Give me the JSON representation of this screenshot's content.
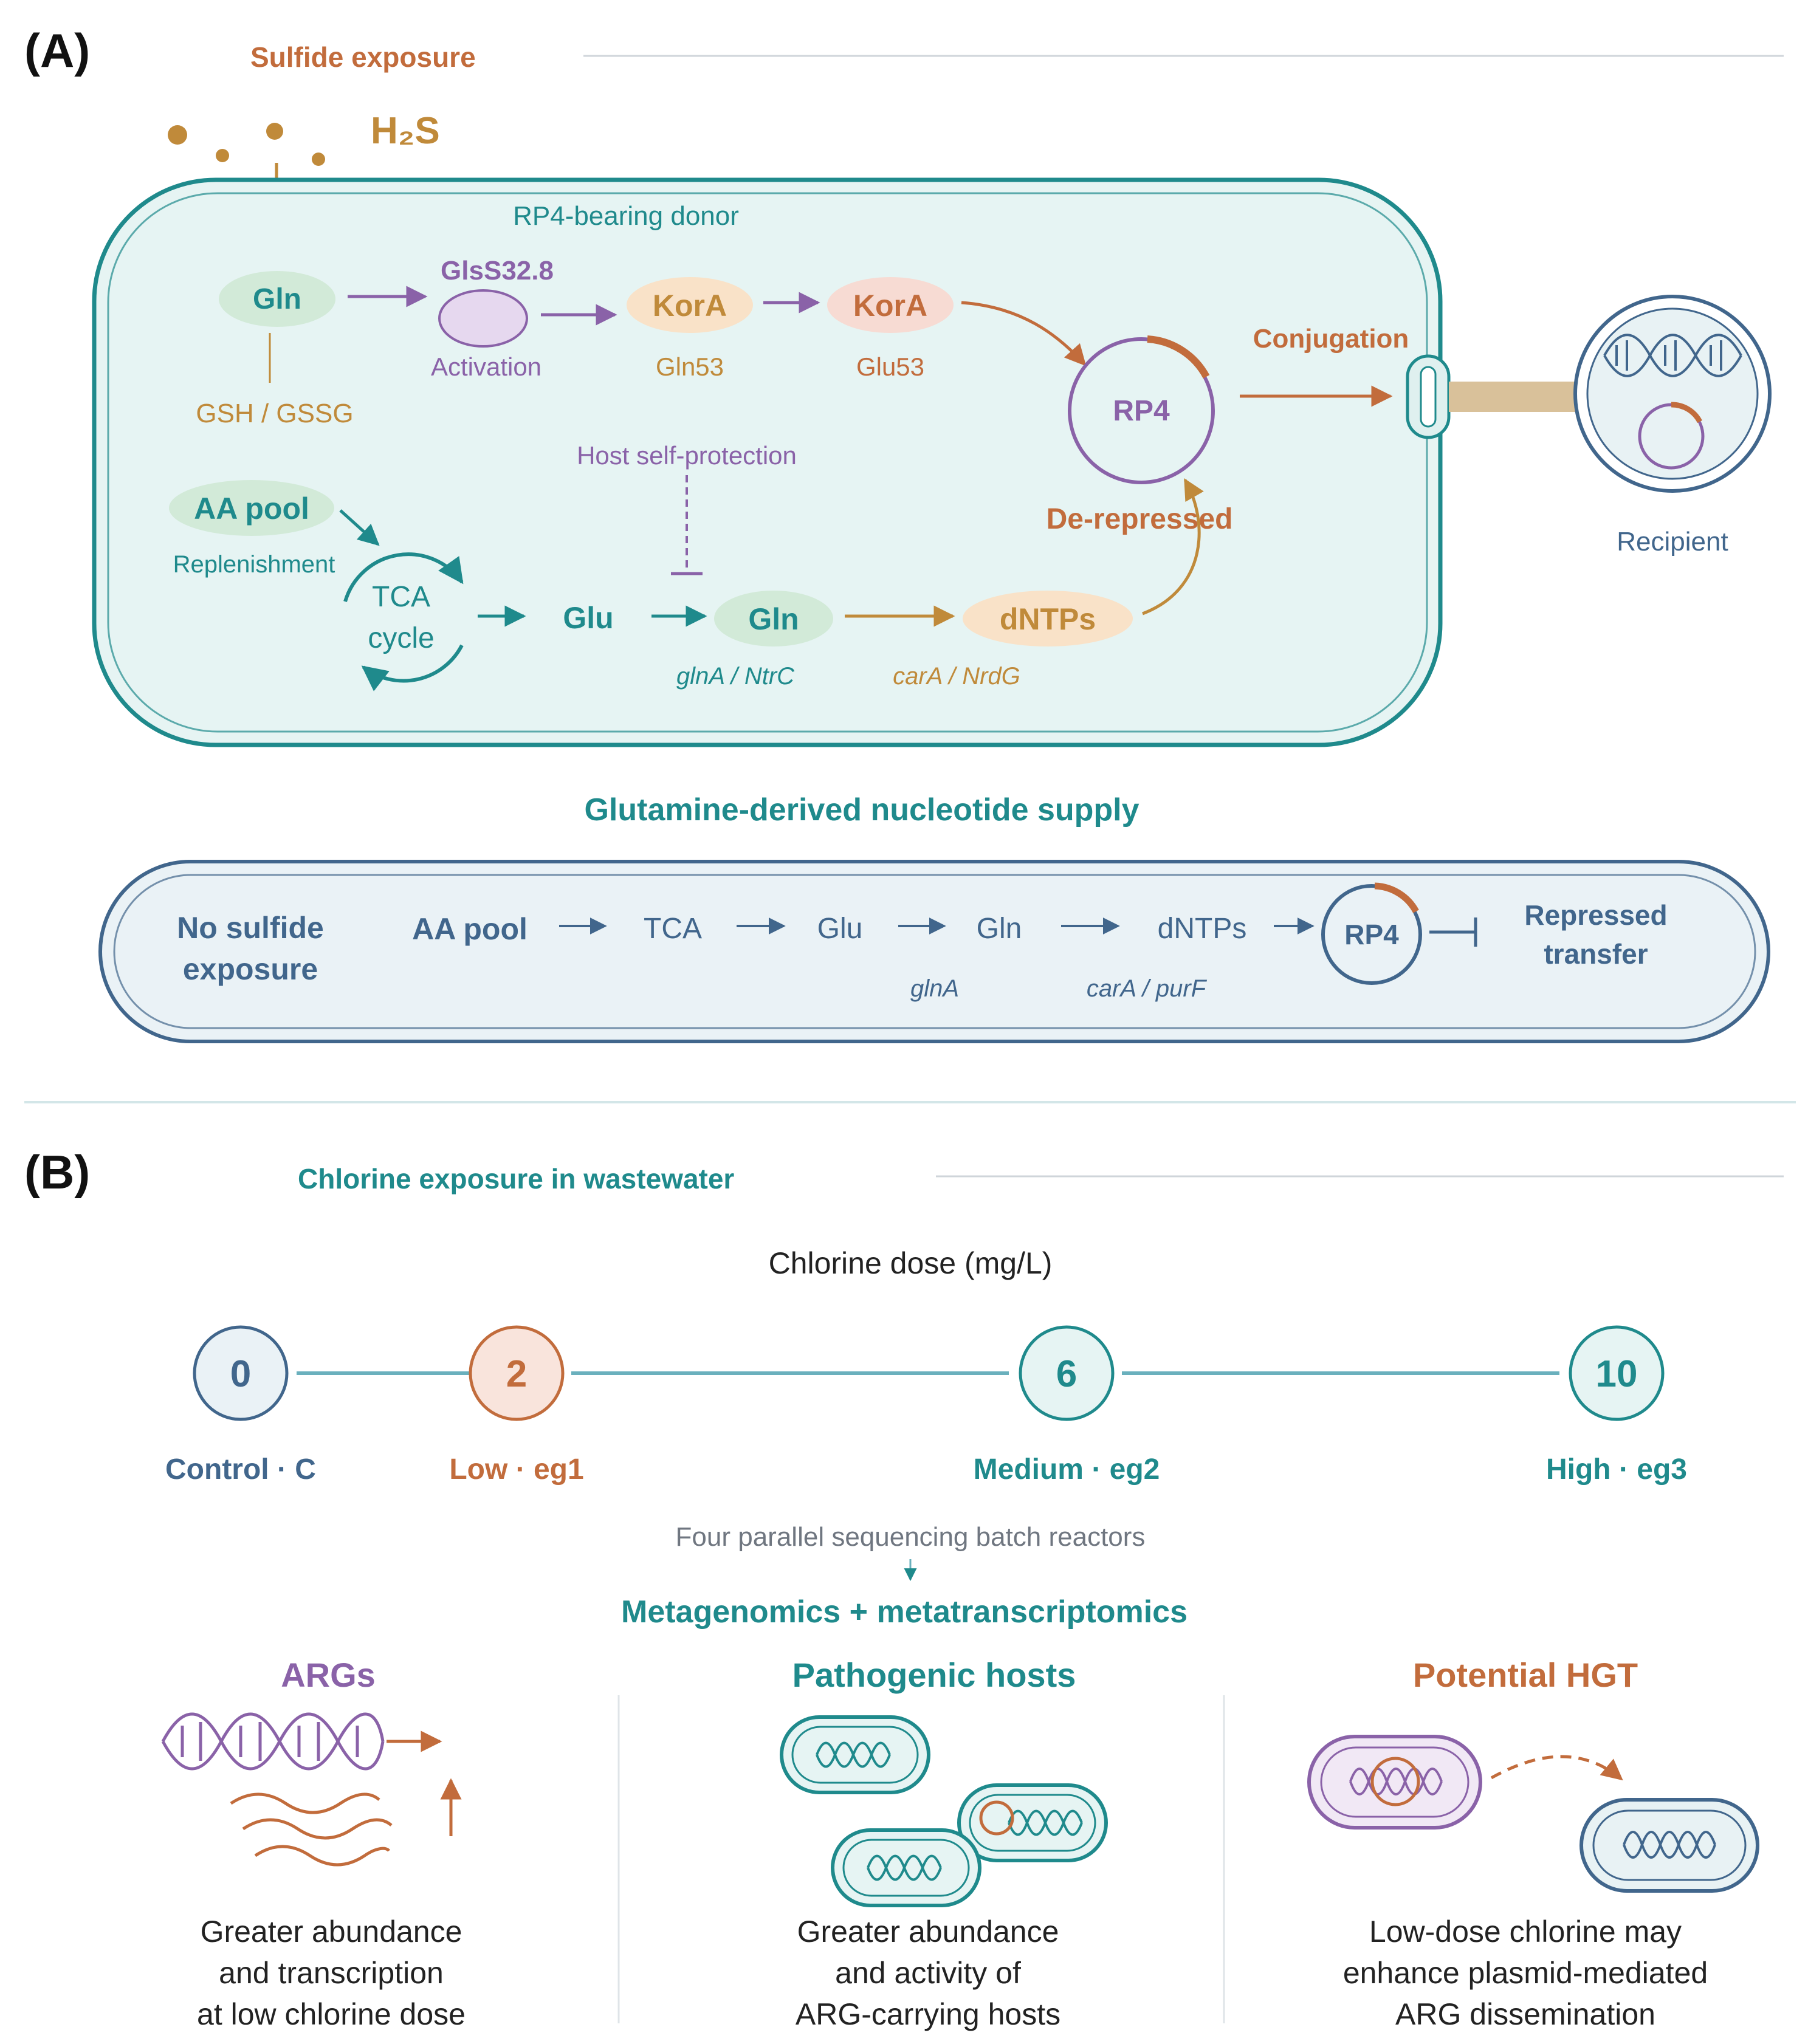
{
  "colors": {
    "teal": "#1f8a8c",
    "teal_dark": "#176e73",
    "brown": "#c26c3c",
    "gold": "#c08a3a",
    "purple": "#8a62a8",
    "navy": "#41668c",
    "cell_fill": "#e6f4f3",
    "gray_text": "#6f7680"
  },
  "panel_a": {
    "label": "(A)",
    "section_title": "Sulfide exposure",
    "h2s": "H₂S",
    "donor_label": "RP4-bearing donor",
    "gln_top": "Gln",
    "gsh_gssg": "GSH / GSSG",
    "glss": "GlsS32.8",
    "activation": "Activation",
    "kora1": "KorA",
    "kora1_sub": "Gln53",
    "kora2": "KorA",
    "kora2_sub": "Glu53",
    "rp4": "RP4",
    "conjugation": "Conjugation",
    "recipient": "Recipient",
    "host_self_protection": "Host self-protection",
    "de_repressed": "De-repressed",
    "aa_pool": "AA pool",
    "replenishment": "Replenishment",
    "tca_line1": "TCA",
    "tca_line2": "cycle",
    "glu": "Glu",
    "gln_mid": "Gln",
    "gln_mid_sub": "glnA / NtrC",
    "dntps": "dNTPs",
    "dntps_sub": "carA / NrdG",
    "supply_title": "Glutamine-derived nucleotide supply",
    "no_sulfide_line1": "No sulfide",
    "no_sulfide_line2": "exposure",
    "bar_aa_pool": "AA pool",
    "bar_tca": "TCA",
    "bar_glu": "Glu",
    "bar_gln": "Gln",
    "bar_glna": "glnA",
    "bar_dntps": "dNTPs",
    "bar_cara": "carA / purF",
    "bar_rp4": "RP4",
    "repressed_line1": "Repressed",
    "repressed_line2": "transfer"
  },
  "panel_b": {
    "label": "(B)",
    "section_title": "Chlorine exposure in wastewater",
    "dose_title": "Chlorine dose (mg/L)",
    "doses": [
      {
        "value": "0",
        "label": "Control · C",
        "color": "#41668c"
      },
      {
        "value": "2",
        "label": "Low · eg1",
        "color": "#c26c3c"
      },
      {
        "value": "6",
        "label": "Medium · eg2",
        "color": "#1f8a8c"
      },
      {
        "value": "10",
        "label": "High · eg3",
        "color": "#1f8a8c"
      }
    ],
    "reactors_note": "Four parallel sequencing batch reactors",
    "omics_title": "Metagenomics + metatranscriptomics",
    "columns": [
      {
        "title": "ARGs",
        "lines": [
          "Greater abundance",
          "and transcription",
          "at low chlorine dose"
        ],
        "color": "#8a62a8"
      },
      {
        "title": "Pathogenic hosts",
        "lines": [
          "Greater abundance",
          "and activity of",
          "ARG-carrying hosts"
        ],
        "color": "#1f8a8c"
      },
      {
        "title": "Potential HGT",
        "lines": [
          "Low-dose chlorine may",
          "enhance plasmid-mediated",
          "ARG dissemination"
        ],
        "color": "#c26c3c"
      }
    ]
  }
}
